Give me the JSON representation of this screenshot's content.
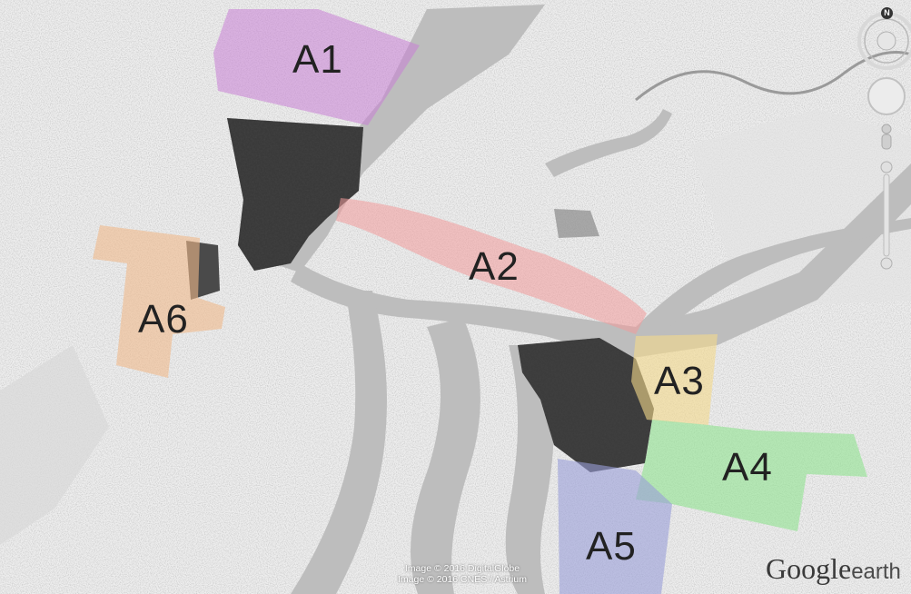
{
  "zones": [
    {
      "id": "A1",
      "label": "A1",
      "color": "#c97fd6"
    },
    {
      "id": "A2",
      "label": "A2",
      "color": "#f29a9a"
    },
    {
      "id": "A3",
      "label": "A3",
      "color": "#f3d98a"
    },
    {
      "id": "A4",
      "label": "A4",
      "color": "#8fe38f"
    },
    {
      "id": "A5",
      "label": "A5",
      "color": "#9a9fd8"
    },
    {
      "id": "A6",
      "label": "A6",
      "color": "#f0b98a"
    }
  ],
  "credits": {
    "line1": "Image © 2016 DigitalGlobe",
    "line2": "Image © 2016 CNES / Astrium"
  },
  "brand": {
    "main": "Google",
    "sub": "earth"
  },
  "compass": {
    "north_label": "N"
  },
  "controls": {
    "icons": [
      "compass-ring-icon",
      "look-joystick-icon",
      "move-joystick-icon",
      "street-view-pegman-icon",
      "zoom-slider-icon"
    ]
  }
}
